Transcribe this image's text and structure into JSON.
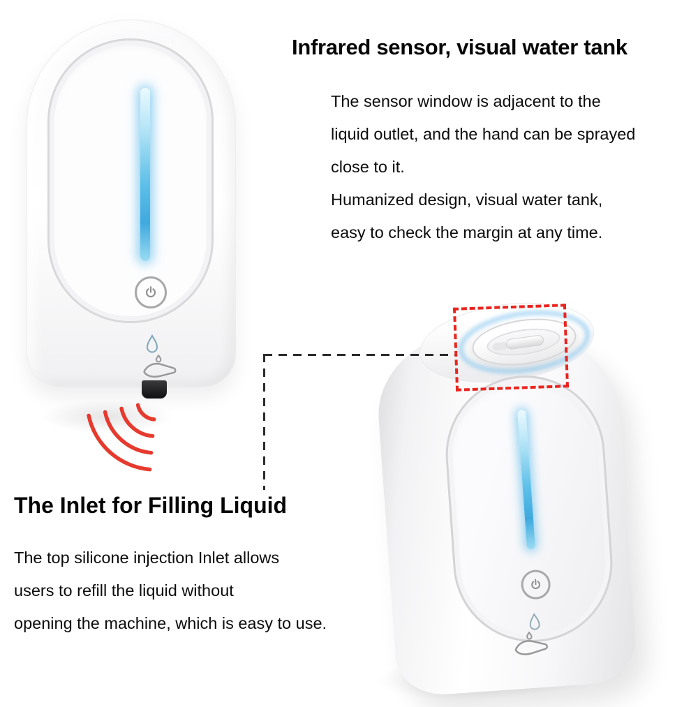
{
  "sections": {
    "sensor": {
      "title": "Infrared sensor, visual water tank",
      "lines": [
        "The sensor window is adjacent to the",
        "liquid outlet, and the hand can be sprayed",
        "close to it.",
        "Humanized design, visual water tank,",
        "easy to check the margin at any time."
      ]
    },
    "inlet": {
      "title": "The Inlet for Filling Liquid",
      "lines": [
        "The top silicone injection Inlet allows",
        "users to refill the liquid without",
        "opening the machine, which is easy to use."
      ]
    }
  },
  "colors": {
    "background": "#ffffff",
    "text": "#0a0a0a",
    "liquid_window": "#4db3e4",
    "infrared_waves": "#e63a2e",
    "highlight_box": "#e8251f",
    "dispenser_body": "#ffffff",
    "panel_ring": "#d8d8da"
  },
  "icons": {
    "power": "power-icon",
    "water_drop": "water-drop-icon",
    "hand": "hand-wash-icon",
    "infrared_waves": "infrared-waves-icon"
  }
}
